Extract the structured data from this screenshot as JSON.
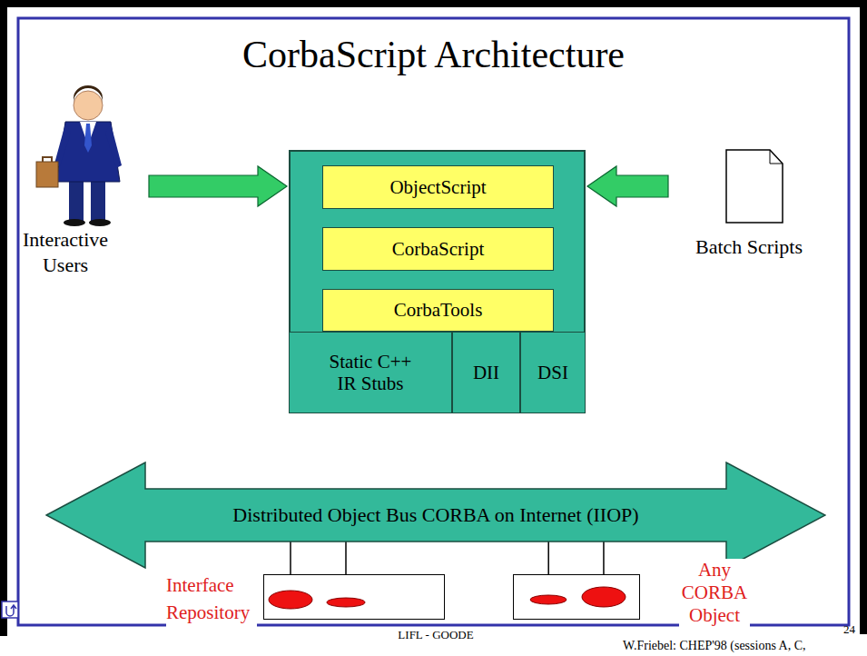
{
  "diagram": {
    "title": "CorbaScript Architecture",
    "nodes": [
      {
        "text": []
      },
      {
        "text": [
          "ObjectScript"
        ],
        "in": 0
      },
      {
        "text": [
          "CorbaScript"
        ],
        "in": 0
      },
      {
        "text": [
          "CorbaTools"
        ],
        "in": 0
      },
      {
        "text": [
          "Static C++ IR Stubs"
        ],
        "in": 0
      },
      {
        "text": [
          "DII"
        ],
        "in": 0
      },
      {
        "text": [
          "DSI"
        ],
        "in": 0
      },
      {
        "text": [
          "Interactive Users"
        ]
      },
      {
        "text": [
          "Batch Scripts"
        ]
      },
      {
        "text": [
          "Distributed Object Bus CORBA on Internet (IIOP)"
        ]
      },
      {
        "text": [
          "Interface Repository"
        ]
      },
      {
        "text": [
          "Any CORBA Object"
        ]
      }
    ],
    "edges": [
      {
        "from": 7,
        "to": 0,
        "arrow": "to"
      },
      {
        "from": 8,
        "to": 0,
        "arrow": "to"
      },
      {
        "from": 9,
        "to": 10,
        "arrow": "none"
      },
      {
        "from": 9,
        "to": 10,
        "arrow": "none"
      },
      {
        "from": 9,
        "to": 11,
        "arrow": "none"
      },
      {
        "from": 9,
        "to": 11,
        "arrow": "none"
      }
    ],
    "labels": [
      "LIFL - GOODE",
      "W.Friebel: CHEP'98 (sessions A, C,",
      "24"
    ]
  }
}
